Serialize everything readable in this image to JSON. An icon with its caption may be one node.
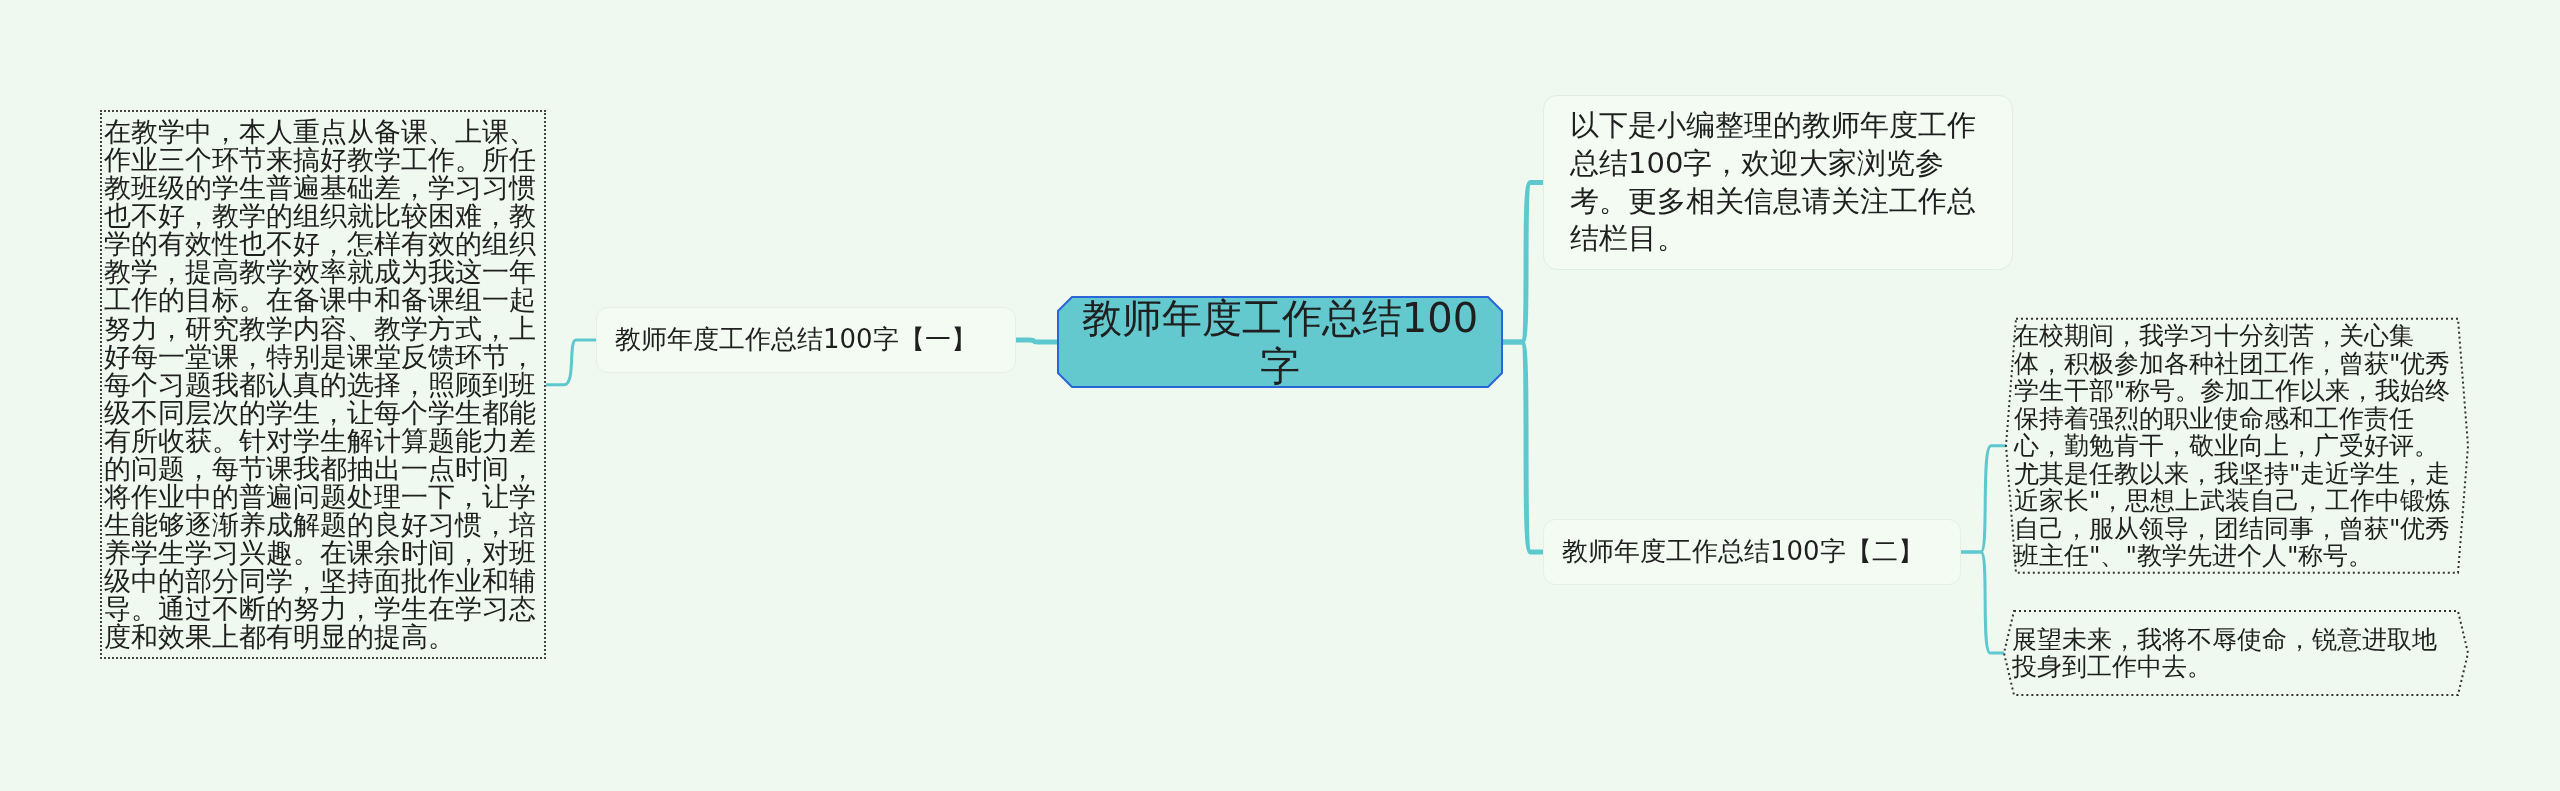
{
  "diagram": {
    "nodes": [
      {
        "text": [
          "教师年度工作总结100字"
        ]
      },
      {
        "text": [
          "以下是小编整理的教师年度工作总结100字，欢迎大家浏览参考。更多相关信息请关注工作总结栏目。"
        ]
      },
      {
        "text": [
          "教师年度工作总结100字【一】"
        ]
      },
      {
        "text": [
          "在教学中，本人重点从备课、上课、作业三个环节来搞好教学工作。所任教班级的学生普遍基础差，学习习惯也不好，教学的组织就比较困难，教学的有效性也不好，怎样有效的组织教学，提高教学效率就成为我这一年工作的目标。在备课中和备课组一起努力，研究教学内容、教学方式，上好每一堂课，特别是课堂反馈环节，每个习题我都认真的选择，照顾到班级不同层次的学生，让每个学生都能有所收获。针对学生解计算题能力差的问题，每节课我都抽出一点时间，将作业中的普遍问题处理一下，让学生能够逐渐养成解题的良好习惯，培养学生学习兴趣。在课余时间，对班级中的部分同学，坚持面批作业和辅导。通过不断的努力，学生在学习态度和效果上都有明显的提高。"
        ]
      },
      {
        "text": [
          "教师年度工作总结100字【二】"
        ]
      },
      {
        "text": [
          "在校期间，我学习十分刻苦，关心集体，积极参加各种社团工作，曾获\"优秀学生干部\"称号。参加工作以来，我始终保持着强烈的职业使命感和工作责任心，勤勉肯干，敬业向上，广受好评。尤其是任教以来，我坚持\"走近学生，走近家长\"，思想上武装自己，工作中锻炼自己，服从领导，团结同事，曾获\"优秀班主任\"、\"教学先进个人\"称号。"
        ]
      },
      {
        "text": [
          "展望未来，我将不辱使命，锐意进取地投身到工作中去。"
        ]
      }
    ],
    "edges": [
      {
        "from": 0,
        "to": 1,
        "arrow": "none"
      },
      {
        "from": 0,
        "to": 2,
        "arrow": "none"
      },
      {
        "from": 0,
        "to": 4,
        "arrow": "none"
      },
      {
        "from": 2,
        "to": 3,
        "arrow": "none"
      },
      {
        "from": 4,
        "to": 5,
        "arrow": "none"
      },
      {
        "from": 4,
        "to": 6,
        "arrow": "none"
      }
    ]
  }
}
